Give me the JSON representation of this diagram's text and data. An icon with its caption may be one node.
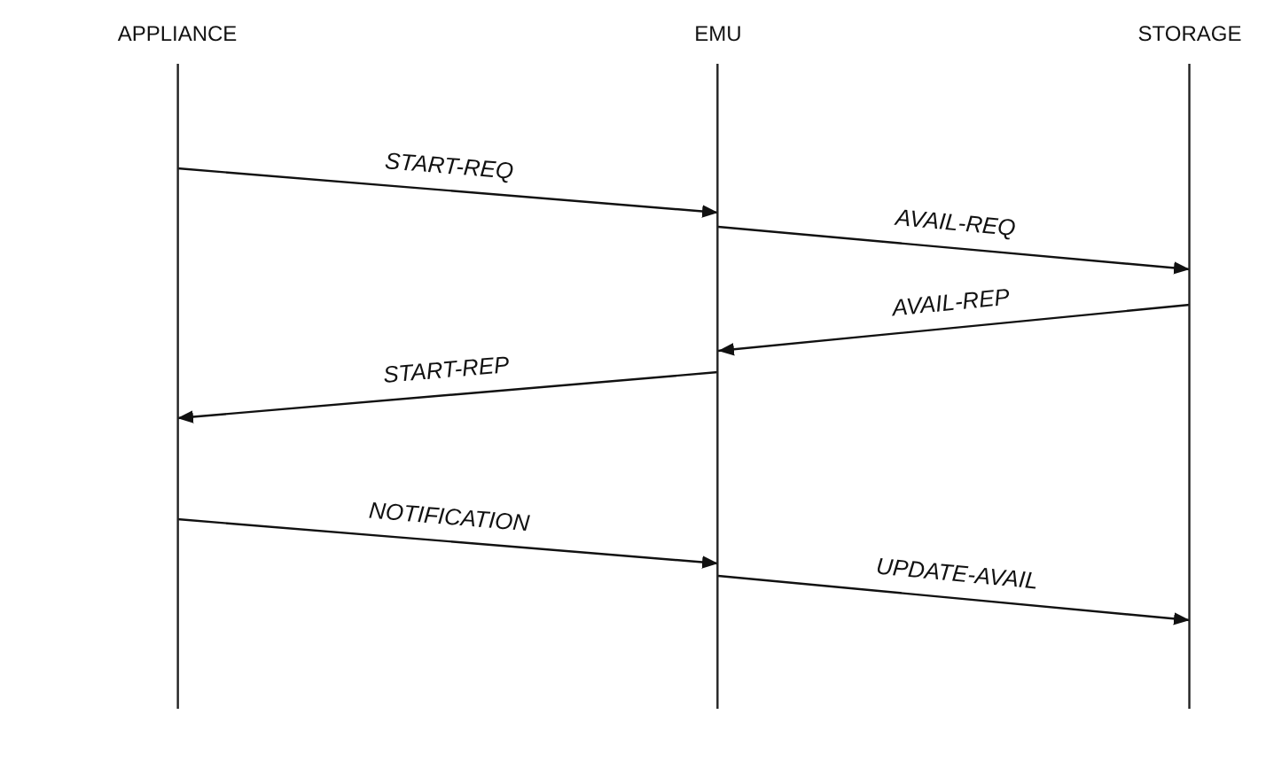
{
  "diagram": {
    "nodes": [
      {
        "text": [
          "APPLIANCE"
        ]
      },
      {
        "text": [
          "EMU"
        ]
      },
      {
        "text": [
          "STORAGE"
        ]
      }
    ],
    "edges": [
      {
        "from": 0,
        "to": 1,
        "arrow": "to",
        "label": "START-REQ"
      },
      {
        "from": 1,
        "to": 2,
        "arrow": "to",
        "label": "AVAIL-REQ"
      },
      {
        "from": 2,
        "to": 1,
        "arrow": "to",
        "label": "AVAIL-REP"
      },
      {
        "from": 1,
        "to": 0,
        "arrow": "to",
        "label": "START-REP"
      },
      {
        "from": 0,
        "to": 1,
        "arrow": "to",
        "label": "NOTIFICATION"
      },
      {
        "from": 1,
        "to": 2,
        "arrow": "to",
        "label": "UPDATE-AVAIL"
      }
    ]
  }
}
